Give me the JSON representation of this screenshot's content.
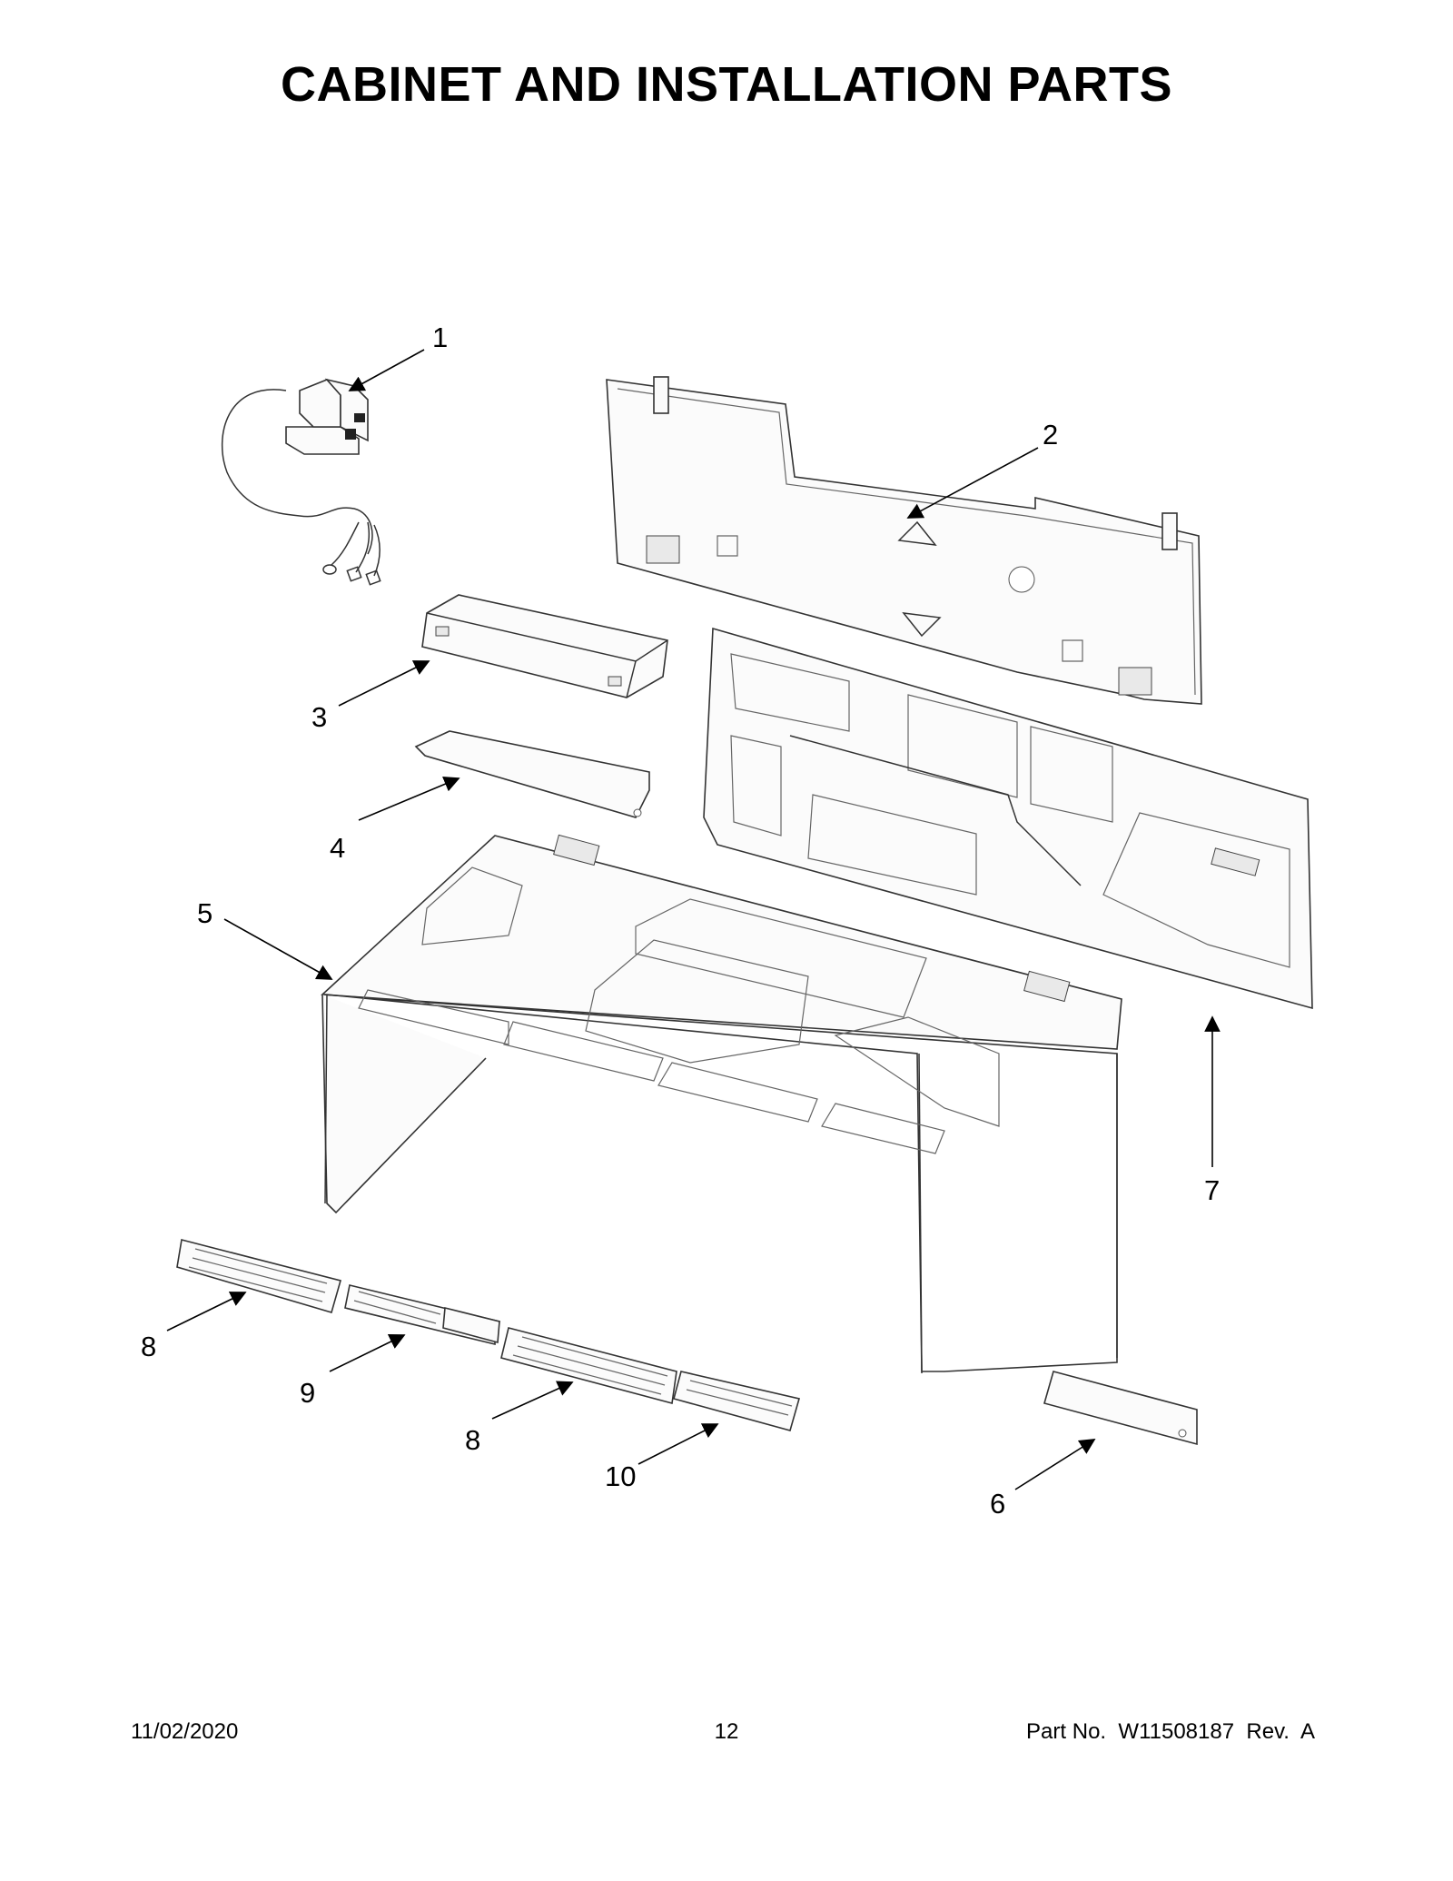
{
  "page": {
    "title": "CABINET AND INSTALLATION PARTS",
    "footer": {
      "date": "11/02/2020",
      "page_number": "12",
      "part_number": "Part No.  W11508187  Rev.  A"
    }
  },
  "callouts": [
    {
      "id": "c1",
      "label": "1"
    },
    {
      "id": "c2",
      "label": "2"
    },
    {
      "id": "c3",
      "label": "3"
    },
    {
      "id": "c4",
      "label": "4"
    },
    {
      "id": "c5",
      "label": "5"
    },
    {
      "id": "c6",
      "label": "6"
    },
    {
      "id": "c7",
      "label": "7"
    },
    {
      "id": "c8a",
      "label": "8"
    },
    {
      "id": "c9",
      "label": "9"
    },
    {
      "id": "c8b",
      "label": "8"
    },
    {
      "id": "c10",
      "label": "10"
    }
  ]
}
